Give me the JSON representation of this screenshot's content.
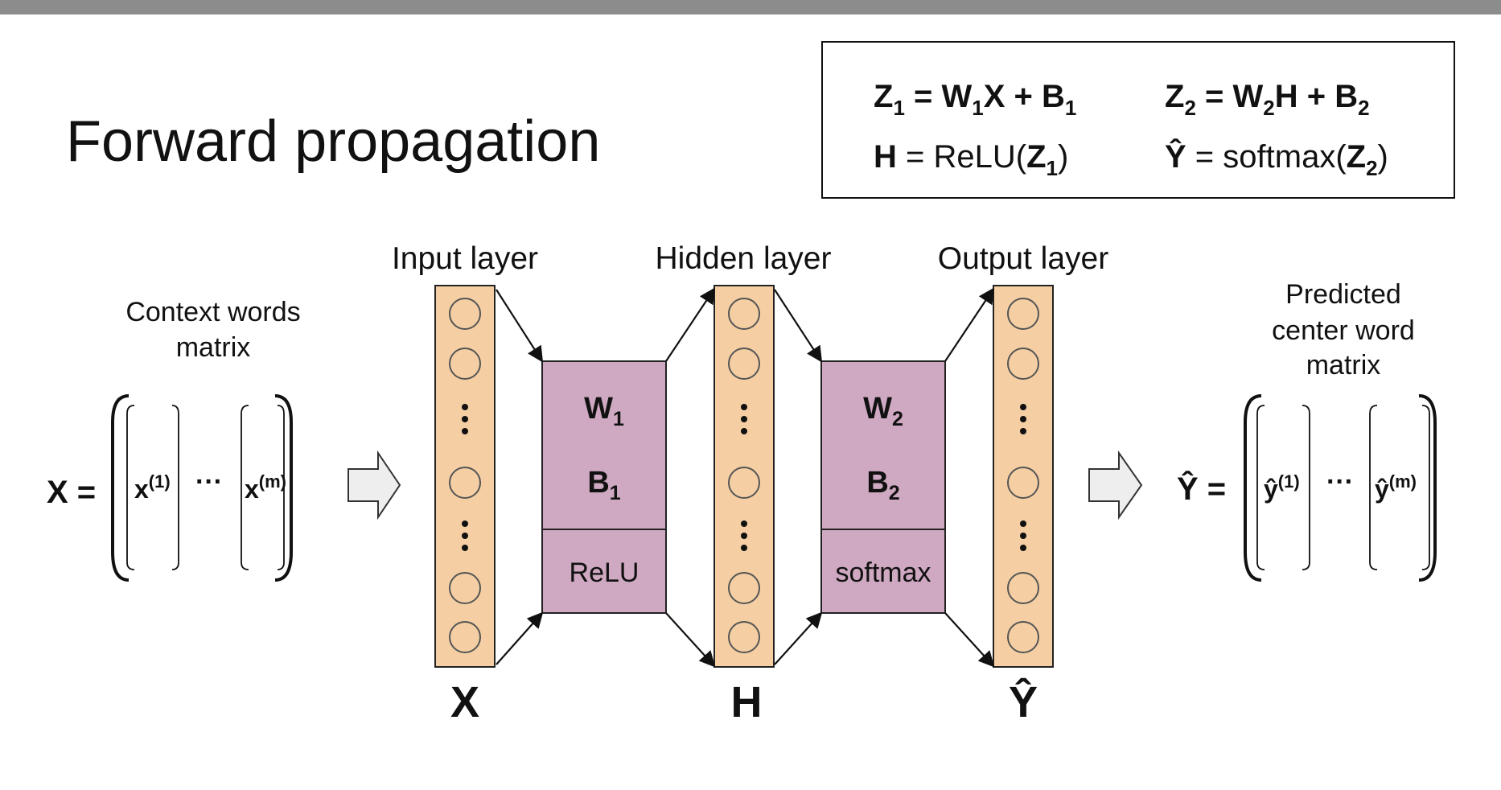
{
  "title": "Forward propagation",
  "equations": {
    "z1": {
      "lhs": "Z",
      "lhs_sub": "1",
      "mid1": " = W",
      "mid1_sub": "1",
      "mid2": "X + B",
      "mid2_sub": "1"
    },
    "z2": {
      "lhs": "Z",
      "lhs_sub": "2",
      "mid1": " = W",
      "mid1_sub": "2",
      "mid2": "H + B",
      "mid2_sub": "2"
    },
    "h": {
      "lhs": "H",
      "rest": " = ReLU(",
      "arg": "Z",
      "arg_sub": "1",
      "close": ")"
    },
    "yhat": {
      "lhs": "Ŷ",
      "rest": " = softmax(",
      "arg": "Z",
      "arg_sub": "2",
      "close": ")"
    }
  },
  "layers": {
    "input": {
      "label": "Input layer",
      "var": "X"
    },
    "hidden": {
      "label": "Hidden layer",
      "var": "H"
    },
    "output": {
      "label": "Output layer",
      "var": "Ŷ"
    }
  },
  "blocks": {
    "first": {
      "weight": "W",
      "weight_sub": "1",
      "bias": "B",
      "bias_sub": "1",
      "activation": "ReLU"
    },
    "second": {
      "weight": "W",
      "weight_sub": "2",
      "bias": "B",
      "bias_sub": "2",
      "activation": "softmax"
    }
  },
  "context_matrix": {
    "label_line1": "Context words",
    "label_line2": "matrix",
    "lhs": "X =",
    "col_first": "x",
    "col_first_sup": "(1)",
    "col_last": "x",
    "col_last_sup": "(m)",
    "ellipsis": "···"
  },
  "predicted_matrix": {
    "label_line1": "Predicted",
    "label_line2": "center word",
    "label_line3": "matrix",
    "lhs": "Ŷ =",
    "col_first": "ŷ",
    "col_first_sup": "(1)",
    "col_last": "ŷ",
    "col_last_sup": "(m)",
    "ellipsis": "···"
  },
  "colors": {
    "layer_fill": "#f5cfa3",
    "block_fill": "#cfa8c1",
    "block_stroke": "#222222",
    "arrow_fill": "#eeeeee",
    "topbar": "#8c8c8c"
  }
}
